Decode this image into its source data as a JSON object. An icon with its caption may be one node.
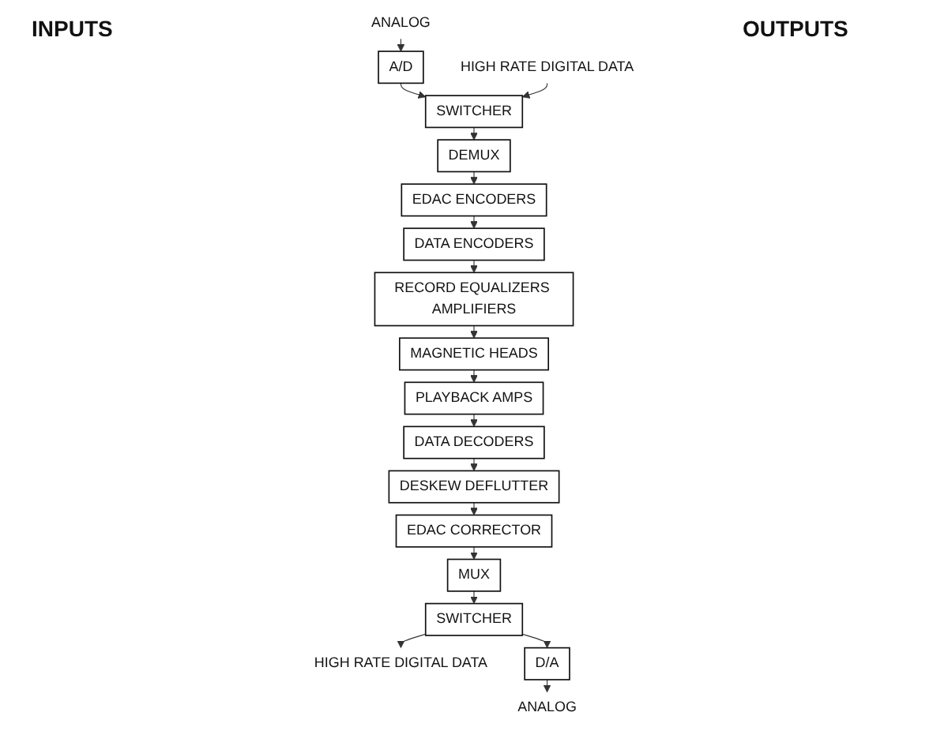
{
  "diagram": {
    "nodes": [
      {
        "text": [
          "ANALOG"
        ]
      },
      {
        "text": [
          "A/D"
        ]
      },
      {
        "text": [
          "HIGH RATE DIGITAL DATA"
        ]
      },
      {
        "text": [
          "SWITCHER"
        ]
      },
      {
        "text": [
          "DEMUX"
        ]
      },
      {
        "text": [
          "EDAC ENCODERS"
        ]
      },
      {
        "text": [
          "DATA ENCODERS"
        ]
      },
      {
        "text": [
          "RECORD EQUALIZERS AMPLIFIERS"
        ]
      },
      {
        "text": [
          "MAGNETIC HEADS"
        ]
      },
      {
        "text": [
          "HIGH RATE DIGITAL DATA"
        ]
      },
      {
        "text": [
          "SWITCHER"
        ]
      },
      {
        "text": [
          "ANALOG"
        ]
      },
      {
        "text": [
          "D/A"
        ]
      },
      {
        "text": [
          "MUX"
        ]
      },
      {
        "text": [
          "EDAC CORRECTOR"
        ]
      },
      {
        "text": [
          "DESKEW DEFLUTTER"
        ]
      },
      {
        "text": [
          "DATA DECODERS"
        ]
      },
      {
        "text": [
          "PLAYBACK AMPS"
        ]
      }
    ],
    "edges": [
      {
        "from": 0,
        "to": 1,
        "arrow": "to"
      },
      {
        "from": 1,
        "to": 3,
        "arrow": "to"
      },
      {
        "from": 2,
        "to": 3,
        "arrow": "to"
      },
      {
        "from": 3,
        "to": 4,
        "arrow": "to"
      },
      {
        "from": 4,
        "to": 5,
        "arrow": "to"
      },
      {
        "from": 5,
        "to": 6,
        "arrow": "to"
      },
      {
        "from": 6,
        "to": 7,
        "arrow": "to"
      },
      {
        "from": 7,
        "to": 8,
        "arrow": "to"
      },
      {
        "from": 8,
        "to": 17,
        "arrow": "to"
      },
      {
        "from": 17,
        "to": 16,
        "arrow": "to"
      },
      {
        "from": 16,
        "to": 15,
        "arrow": "to"
      },
      {
        "from": 15,
        "to": 14,
        "arrow": "to"
      },
      {
        "from": 14,
        "to": 13,
        "arrow": "to"
      },
      {
        "from": 13,
        "to": 10,
        "arrow": "to"
      },
      {
        "from": 10,
        "to": 9,
        "arrow": "to"
      },
      {
        "from": 10,
        "to": 12,
        "arrow": "to"
      },
      {
        "from": 12,
        "to": 11,
        "arrow": "to"
      }
    ],
    "labels": [
      "INPUTS",
      "OUTPUTS"
    ]
  }
}
